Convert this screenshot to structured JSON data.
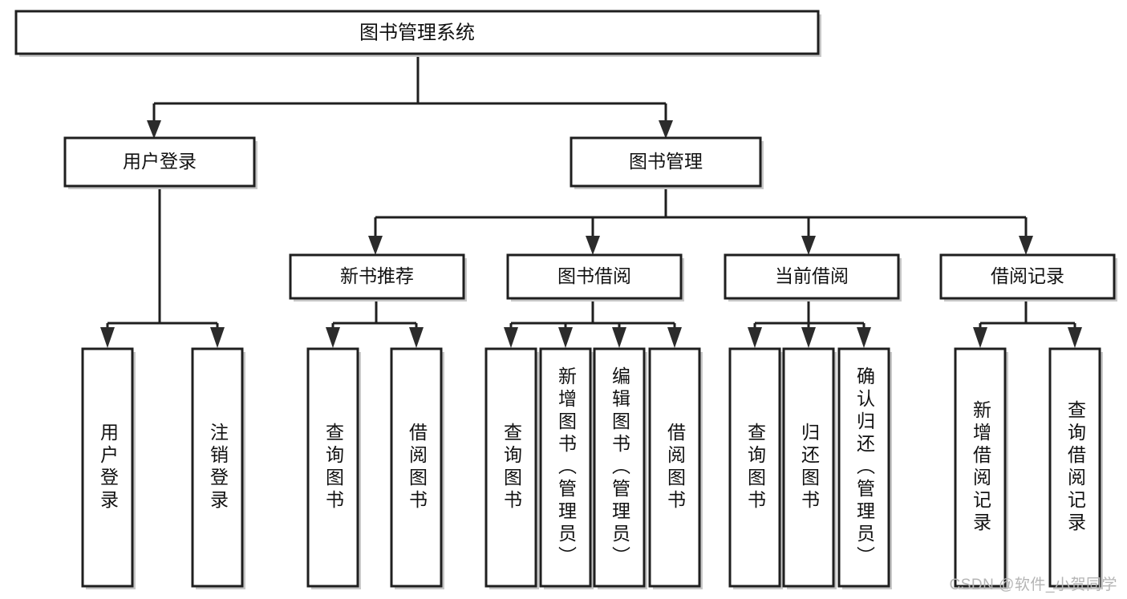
{
  "diagram": {
    "type": "tree",
    "title": "图书管理系统",
    "orientation": "top-down",
    "colors": {
      "box_stroke": "#1f1f1f",
      "box_fill": "#ffffff",
      "connector": "#1f1f1f",
      "arrow": "#2b2b2b",
      "background": "#ffffff",
      "watermark": "#b5b5b5"
    },
    "root": {
      "label": "图书管理系统",
      "orientation": "horizontal"
    },
    "level2": [
      {
        "label": "用户登录",
        "orientation": "horizontal"
      },
      {
        "label": "图书管理",
        "orientation": "horizontal"
      }
    ],
    "level3": [
      {
        "label": "新书推荐",
        "orientation": "horizontal"
      },
      {
        "label": "图书借阅",
        "orientation": "horizontal"
      },
      {
        "label": "当前借阅",
        "orientation": "horizontal"
      },
      {
        "label": "借阅记录",
        "orientation": "horizontal"
      }
    ],
    "leaves": {
      "user_login": [
        {
          "label": "用户登录",
          "orientation": "vertical"
        },
        {
          "label": "注销登录",
          "orientation": "vertical"
        }
      ],
      "new_book_recommend": [
        {
          "label": "查询图书",
          "orientation": "vertical"
        },
        {
          "label": "借阅图书",
          "orientation": "vertical"
        }
      ],
      "book_borrow": [
        {
          "label": "查询图书",
          "orientation": "vertical"
        },
        {
          "label": "新增图书（管理员）",
          "orientation": "vertical"
        },
        {
          "label": "编辑图书（管理员）",
          "orientation": "vertical"
        },
        {
          "label": "借阅图书",
          "orientation": "vertical"
        }
      ],
      "current_borrow": [
        {
          "label": "查询图书",
          "orientation": "vertical"
        },
        {
          "label": "归还图书",
          "orientation": "vertical"
        },
        {
          "label": "确认归还（管理员）",
          "orientation": "vertical"
        }
      ],
      "borrow_record": [
        {
          "label": "新增借阅记录",
          "orientation": "vertical"
        },
        {
          "label": "查询借阅记录",
          "orientation": "vertical"
        }
      ]
    },
    "watermark": "CSDN @软件_小贺同学"
  }
}
